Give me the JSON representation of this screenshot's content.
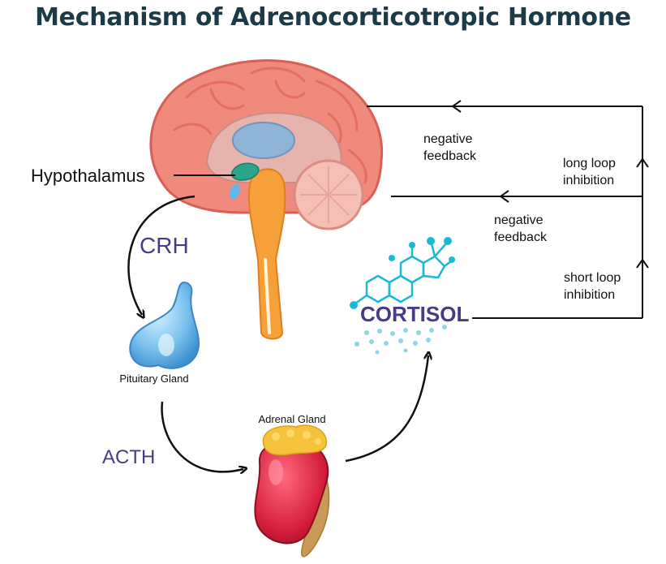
{
  "title": "Mechanism of Adrenocorticotropic Hormone",
  "labels": {
    "hypothalamus": "Hypothalamus",
    "crh": "CRH",
    "pituitary": "Pituitary Gland",
    "acth": "ACTH",
    "adrenal": "Adrenal Gland",
    "cortisol": "CORTISOL"
  },
  "feedback": {
    "upper_line1": "negative",
    "upper_line2": "feedback",
    "lower_line1": "negative",
    "lower_line2": "feedback",
    "long_line1": "long loop",
    "long_line2": "inhibition",
    "short_line1": "short loop",
    "short_line2": "inhibition"
  },
  "colors": {
    "title": "#1c3b48",
    "hormone": "#4a3a86",
    "cortisol": "#4a3a86",
    "brain": "#f08a7c",
    "pituitary": "#6ab6e8",
    "kidney": "#d01f3c",
    "adrenal_cap": "#f5c33b",
    "molecule": "#1ab9d4"
  }
}
